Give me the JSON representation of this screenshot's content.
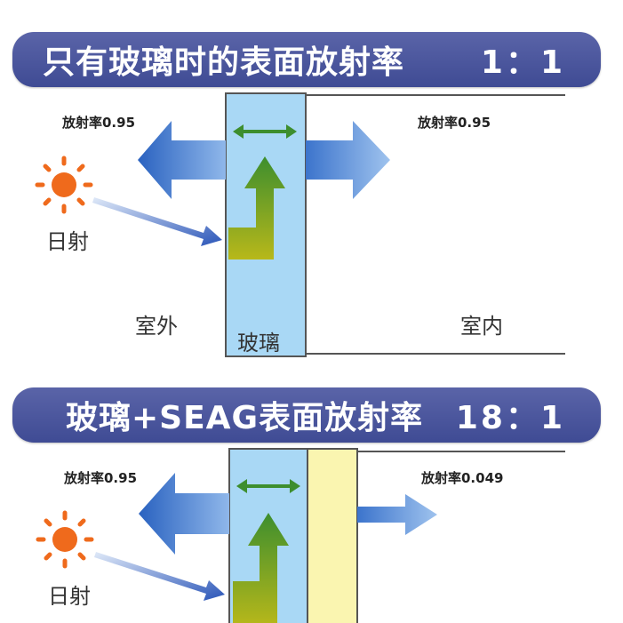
{
  "top": {
    "title": "只有玻璃时的表面放射率",
    "ratio": "1：1",
    "emissivity_left": "放射率0.95",
    "emissivity_right": "放射率0.95",
    "solar": "日射",
    "outdoor": "室外",
    "glass": "玻璃",
    "indoor": "室内"
  },
  "bottom": {
    "title": "玻璃+SEAG表面放射率",
    "ratio": "18：1",
    "emissivity_left": "放射率0.95",
    "emissivity_right": "放射率0.049",
    "solar": "日射"
  },
  "colors": {
    "banner": "#4a55a0",
    "glass": "#a9d8f5",
    "coating": "#faf5b0",
    "heat_arrow": "#2f6fc8",
    "sun": "#ef6a1c",
    "light_arrow": "#4fa02a"
  }
}
